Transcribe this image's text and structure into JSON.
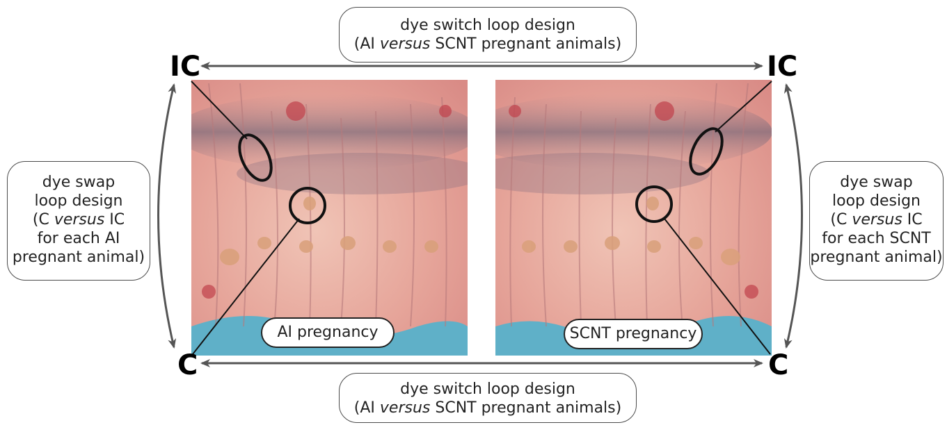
{
  "top_box": {
    "line1": "dye switch loop design",
    "line2_pre": "(AI ",
    "line2_em": "versus",
    "line2_post": " SCNT pregnant animals)"
  },
  "bottom_box": {
    "line1": "dye switch loop design",
    "line2_pre": "(AI ",
    "line2_em": "versus",
    "line2_post": " SCNT pregnant animals)"
  },
  "left_box": {
    "l1": "dye swap",
    "l2": "loop design",
    "l3_pre": "(C ",
    "l3_em": "versus",
    "l3_post": " IC",
    "l4": "for each AI",
    "l5": "pregnant animal)"
  },
  "right_box": {
    "l1": "dye swap",
    "l2": "loop design",
    "l3_pre": "(C ",
    "l3_em": "versus",
    "l3_post": " IC",
    "l4": "for each SCNT",
    "l5": "pregnant animal)"
  },
  "corners": {
    "top_left": "IC",
    "top_right": "IC",
    "bottom_left": "C",
    "bottom_right": "C"
  },
  "photos": {
    "left_label": "AI pregnancy",
    "right_label": "SCNT pregnancy"
  },
  "colors": {
    "arrow": "#555555",
    "circle": "#111111",
    "tissue": "#e8a8a0",
    "tray": "#5fb0c8"
  }
}
